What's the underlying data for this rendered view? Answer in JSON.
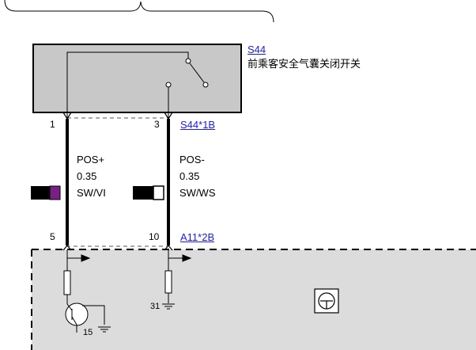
{
  "component": {
    "id": "S44",
    "name": "前乘客安全气囊关闭开关"
  },
  "connectors": {
    "top": "S44*1B",
    "bottom": "A11*2B"
  },
  "wires": [
    {
      "top_pin": "1",
      "bottom_pin": "5",
      "signal": "POS+",
      "gauge": "0.35",
      "color_code": "SW/VI",
      "swatch_colors": [
        "#000000",
        "#7a1f86"
      ]
    },
    {
      "top_pin": "3",
      "bottom_pin": "10",
      "signal": "POS-",
      "gauge": "0.35",
      "color_code": "SW/WS",
      "swatch_colors": [
        "#000000",
        "#ffffff"
      ]
    }
  ],
  "grounds": {
    "left": "15",
    "right": "31"
  },
  "colors": {
    "module_fill": "#c8c8c8",
    "control_unit_fill": "#dcdcdc",
    "link": "#1a1aee"
  }
}
